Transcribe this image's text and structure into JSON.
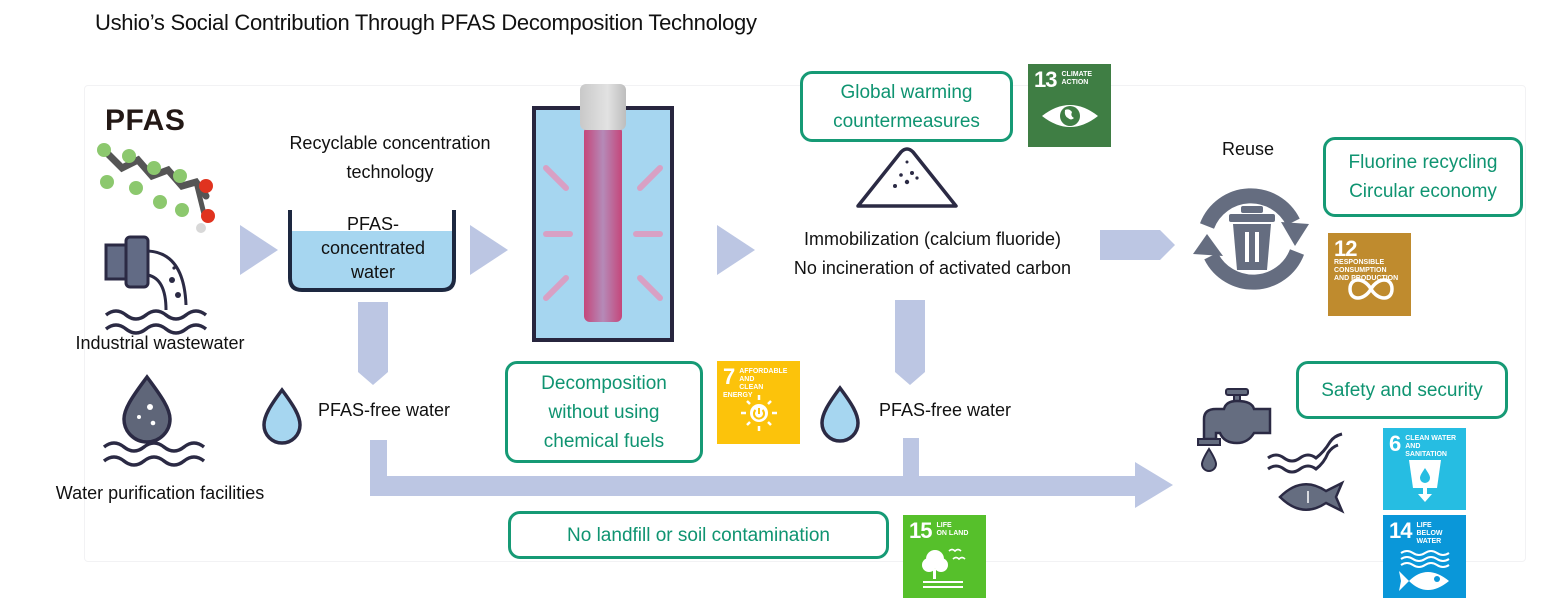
{
  "title": "Ushio’s Social Contribution Through PFAS Decomposition Technology",
  "colors": {
    "arrow": "#bcc6e3",
    "green_box": "#169a75",
    "water": "#a6d6f0",
    "icon_dark": "#2b2a44",
    "icon_gray": "#656d80",
    "lamp": "#c54a7f"
  },
  "source": {
    "heading": "PFAS",
    "industrial_label": "Industrial wastewater",
    "purification_label": "Water purification facilities"
  },
  "concentration": {
    "heading": "Recyclable concentration technology",
    "heading_line1": "Recyclable concentration",
    "heading_line2": "technology",
    "tank_line1": "PFAS-",
    "tank_line2": "concentrated",
    "tank_line3": "water",
    "output_label": "PFAS-free water"
  },
  "decomposition": {
    "benefit_line1": "Decomposition",
    "benefit_line2": "without using",
    "benefit_line3": "chemical fuels",
    "output_label": "PFAS-free water"
  },
  "immobilization": {
    "benefit_line1": "Global warming",
    "benefit_line2": "countermeasures",
    "line1": "Immobilization (calcium fluoride)",
    "line2": "No incineration of activated carbon"
  },
  "reuse": {
    "label": "Reuse",
    "benefit_line1": "Fluorine recycling",
    "benefit_line2": "Circular economy"
  },
  "outcome": {
    "benefit": "Safety and security"
  },
  "landfill": {
    "benefit": "No landfill or soil contamination"
  },
  "sdgs": {
    "sdg13": {
      "num": "13",
      "line1": "Climate",
      "line2": "Action",
      "color": "#3f7e44"
    },
    "sdg12": {
      "num": "12",
      "line1": "Responsible",
      "line2": "Consumption",
      "line3": "and Production",
      "color": "#bf8b2e"
    },
    "sdg7": {
      "num": "7",
      "line1": "Affordable and",
      "line2": "Clean Energy",
      "color": "#fcc30b"
    },
    "sdg15": {
      "num": "15",
      "line1": "Life",
      "line2": "On Land",
      "color": "#56c02b"
    },
    "sdg6": {
      "num": "6",
      "line1": "Clean Water",
      "line2": "and Sanitation",
      "color": "#26bde2"
    },
    "sdg14": {
      "num": "14",
      "line1": "Life",
      "line2": "Below Water",
      "color": "#0a97d9"
    }
  }
}
